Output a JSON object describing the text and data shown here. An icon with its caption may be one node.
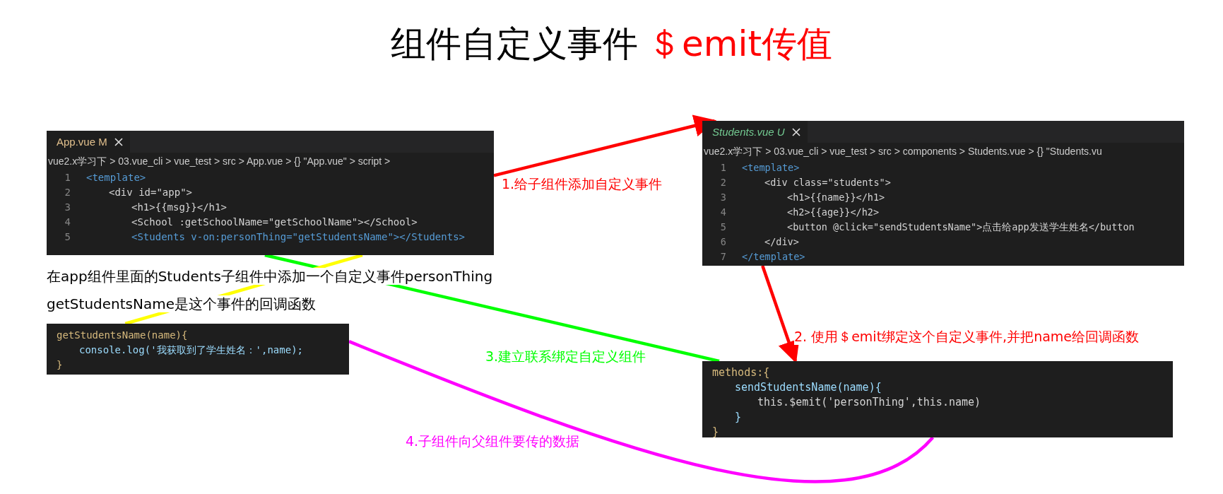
{
  "diagram": {
    "title": "组件自定义事件",
    "nodes": [
      {
        "text": [
          "App.vue M",
          "vue2.x学习下 > 03.vue_cli > vue_test > src > App.vue > {} \"App.vue\" > script >",
          "1",
          "<template>",
          "2",
          "<div id=\"app\">",
          "3",
          "<h1>{{msg}}</h1>",
          "4",
          "<School :getSchoolName=\"getSchoolName\"></School>",
          "5",
          "<Students v-on:personThing=\"getStudentsName\"></Students>"
        ]
      },
      {
        "text": [
          "Students.vue U",
          "vue2.x学习下 > 03.vue_cli > vue_test > src > components > Students.vue > {} \"Students.vu",
          "1",
          "<template>",
          "2",
          "<div class=\"students\">",
          "3",
          "<h1>{{name}}</h1>",
          "4",
          "<h2>{{age}}</h2>",
          "5",
          "<button @click=\"sendStudentsName\">点击给app发送学生姓名</button",
          "6",
          "</div>",
          "7",
          "</template>"
        ]
      },
      {
        "text": [
          "getStudentsName(name){",
          "console.log('我获取到了学生姓名：',name);",
          "}"
        ]
      },
      {
        "text": [
          "methods:{",
          "sendStudentsName(name){",
          "this.$emit('personThing',this.name)",
          "}",
          "}"
        ]
      }
    ],
    "edges": [
      {
        "from": 0,
        "to": 1,
        "arrow": "to",
        "label": "1.给子组件添加自定义事件",
        "color": "#ff0000"
      },
      {
        "from": 1,
        "to": 3,
        "arrow": "to",
        "label": "2. 使用＄emit绑定这个自定义事件,并把name给回调函数",
        "color": "#ff0000"
      },
      {
        "from": 0,
        "to": 3,
        "arrow": "none",
        "label": "3.建立联系绑定自定义组件",
        "color": "#00ff00"
      },
      {
        "from": 0,
        "to": 2,
        "arrow": "none",
        "color": "#ffff00"
      },
      {
        "from": 3,
        "to": 2,
        "arrow": "none",
        "label": "4.子组件向父组件要传的数据",
        "color": "#ff00ff"
      }
    ],
    "labels": [
      "＄emit传值",
      "在app组件里面的Students子组件中添加一个自定义事件personThing",
      "getStudentsName是这个事件的回调函数"
    ]
  }
}
